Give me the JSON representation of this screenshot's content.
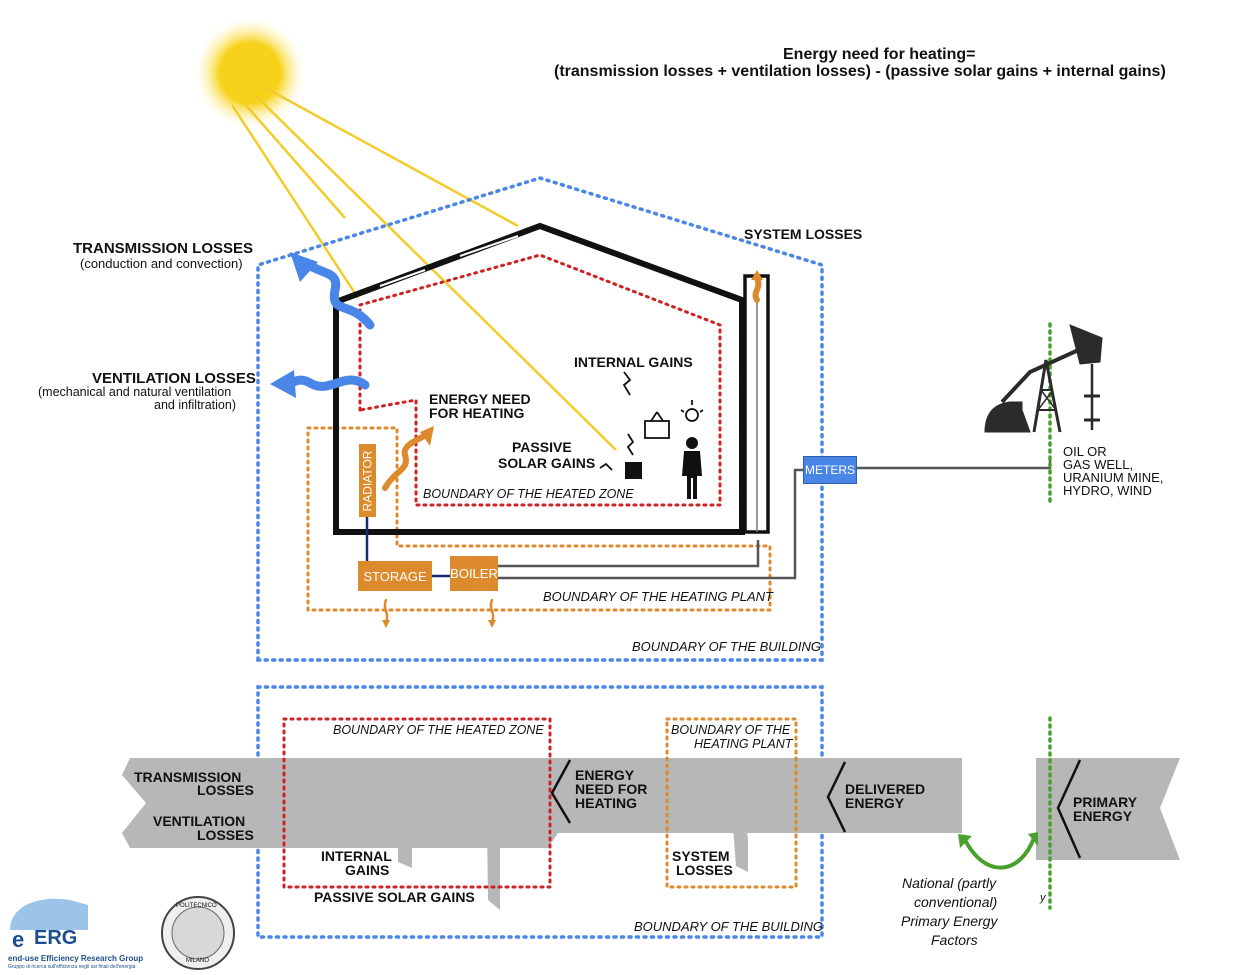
{
  "formula": {
    "line1": "Energy need for heating=",
    "line2": "(transmission losses + ventilation losses) - (passive solar gains + internal gains)"
  },
  "top_diagram": {
    "transmission_losses": "TRANSMISSION LOSSES",
    "transmission_sub": "(conduction and convection)",
    "ventilation_losses": "VENTILATION LOSSES",
    "ventilation_sub_1": "(mechanical and natural ventilation",
    "ventilation_sub_2": "and infiltration)",
    "system_losses": "SYSTEM LOSSES",
    "internal_gains": "INTERNAL GAINS",
    "energy_need_1": "ENERGY NEED",
    "energy_need_2": "FOR HEATING",
    "passive_1": "PASSIVE",
    "passive_2": "SOLAR GAINS",
    "radiator": "RADIATOR",
    "storage": "STORAGE",
    "boiler": "BOILER",
    "meters": "METERS",
    "heated_zone": "BOUNDARY OF THE HEATED ZONE",
    "heating_plant": "BOUNDARY OF THE HEATING PLANT",
    "building": "BOUNDARY OF THE BUILDING",
    "source_1": "OIL OR",
    "source_2": "GAS WELL,",
    "source_3": "URANIUM MINE,",
    "source_4": "HYDRO,  WIND"
  },
  "flow_diagram": {
    "heated_zone": "BOUNDARY OF THE HEATED ZONE",
    "heating_plant_1": "BOUNDARY OF THE",
    "heating_plant_2": "HEATING PLANT",
    "building": "BOUNDARY OF THE BUILDING",
    "transmission_1": "TRANSMISSION",
    "transmission_2": "LOSSES",
    "ventilation_1": "VENTILATION",
    "ventilation_2": "LOSSES",
    "energy_need_1": "ENERGY",
    "energy_need_2": "NEED FOR",
    "energy_need_3": "HEATING",
    "delivered_1": "DELIVERED",
    "delivered_2": "ENERGY",
    "primary_1": "PRIMARY",
    "primary_2": "ENERGY",
    "internal_1": "INTERNAL",
    "internal_2": "GAINS",
    "passive": "PASSIVE SOLAR GAINS",
    "system_1": "SYSTEM",
    "system_2": "LOSSES",
    "factors_1": "National (partly",
    "factors_2": "conventional)",
    "factors_3": "Primary Energy",
    "factors_4": "Factors",
    "y_mark": "y"
  },
  "logos": {
    "erg_letter": "e",
    "erg_name": "ERG",
    "erg_line1": "end-use Efficiency Research Group",
    "erg_line2": "Gruppo di ricerca sull'efficienza negli usi finali dell'energia",
    "polimi_top": "POLITECNICO",
    "polimi_bottom": "MILANO"
  },
  "colors": {
    "building_boundary": "#4a86e8",
    "heated_zone": "#cc2222",
    "heating_plant": "#dd8a2c",
    "flow_grey": "#b7b7b7",
    "sun": "#f5c518",
    "primary_boundary": "#4aa02c"
  }
}
